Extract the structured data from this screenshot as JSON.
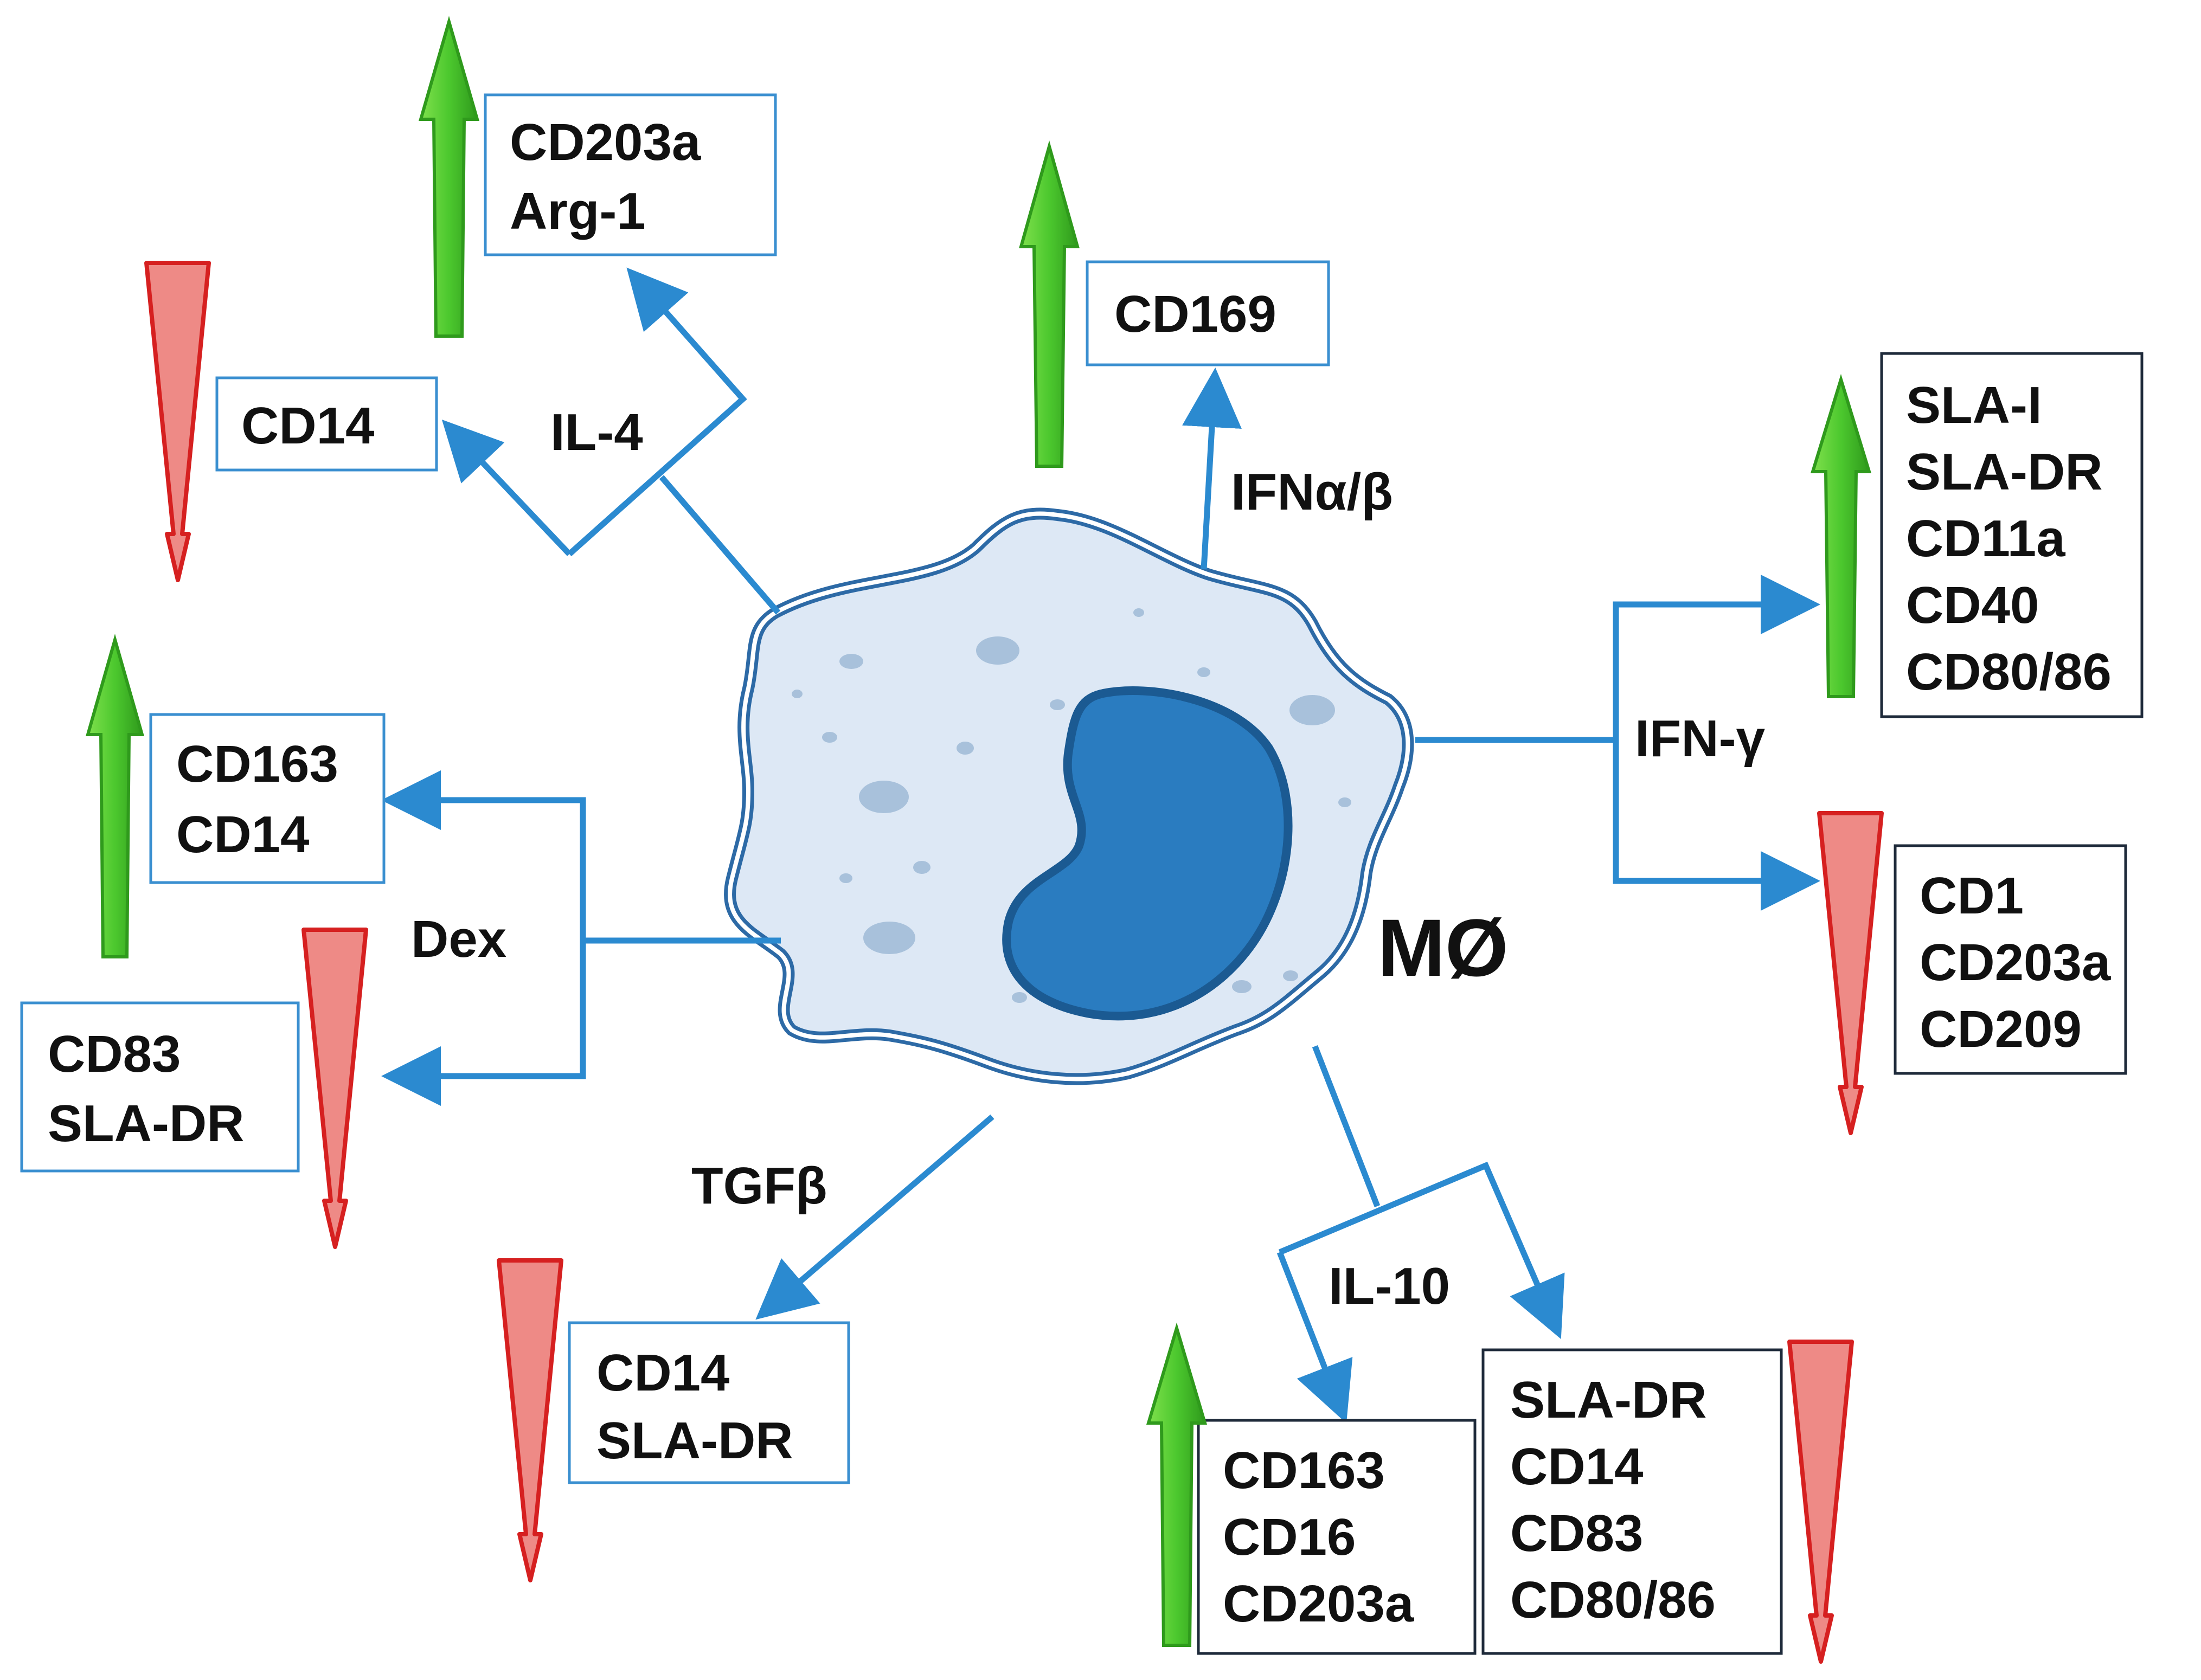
{
  "colors": {
    "connector": "#2b8ad0",
    "box_border_blue": "#3a8fd0",
    "box_border_dark": "#1e2a3a",
    "up_arrow": "#4cc82e",
    "down_arrow": "#e8807e",
    "cell_fill": "#dde8f5",
    "nucleus": "#2a7cc0"
  },
  "cell": {
    "label": "MØ"
  },
  "stimuli": {
    "il4": "IL-4",
    "ifn_ab": "IFNα/β",
    "ifn_g": "IFN-γ",
    "il10": "IL-10",
    "tgfb": "TGFβ",
    "dex": "Dex"
  },
  "boxes": {
    "il4_up": [
      "CD203a",
      "Arg-1"
    ],
    "il4_down": [
      "CD14"
    ],
    "ifnab_up": [
      "CD169"
    ],
    "ifng_up": [
      "SLA-I",
      "SLA-DR",
      "CD11a",
      "CD40",
      "CD80/86"
    ],
    "ifng_down": [
      "CD1",
      "CD203a",
      "CD209"
    ],
    "dex_up": [
      "CD163",
      "CD14"
    ],
    "dex_down": [
      "CD83",
      "SLA-DR"
    ],
    "tgfb_down": [
      "CD14",
      "SLA-DR"
    ],
    "il10_up": [
      "CD163",
      "CD16",
      "CD203a"
    ],
    "il10_down": [
      "SLA-DR",
      "CD14",
      "CD83",
      "CD80/86"
    ]
  },
  "indicators": {
    "up": "up-arrow-icon",
    "down": "down-arrow-icon"
  }
}
